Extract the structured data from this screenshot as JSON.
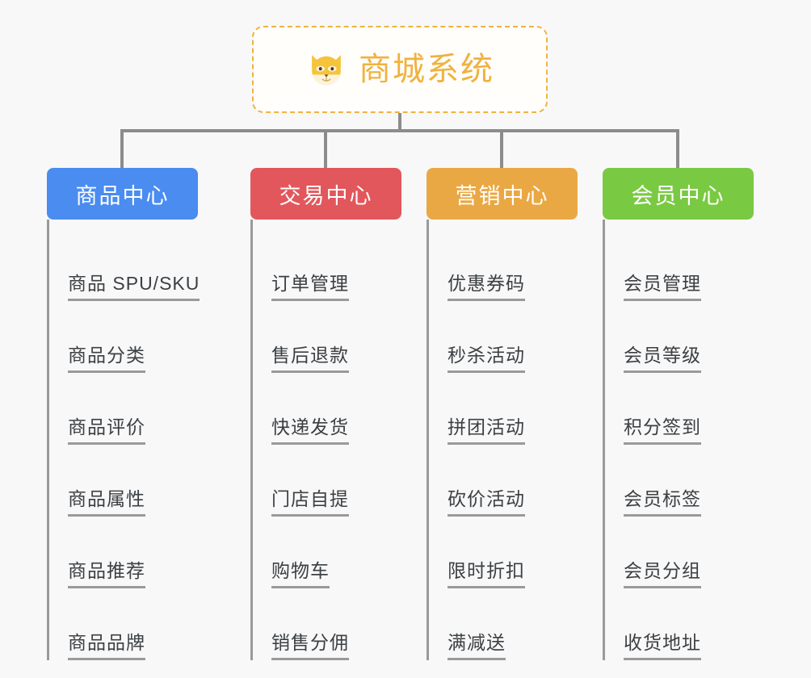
{
  "page": {
    "background_color": "#f8f8f9",
    "connector_color": "#8c8c8c",
    "leaf_line_color": "#9a9a9a",
    "leaf_text_color": "#3c4043"
  },
  "root": {
    "title": "商城系统",
    "icon": "shiba-dog-face-icon",
    "border_color": "#f0b23f",
    "text_color": "#f0b23f",
    "background_color": "#fffefb"
  },
  "columns": [
    {
      "category": "商品中心",
      "color": "#4a8cf0",
      "items": [
        "商品 SPU/SKU",
        "商品分类",
        "商品评价",
        "商品属性",
        "商品推荐",
        "商品品牌"
      ]
    },
    {
      "category": "交易中心",
      "color": "#e2575b",
      "items": [
        "订单管理",
        "售后退款",
        "快递发货",
        "门店自提",
        "购物车",
        "销售分佣"
      ]
    },
    {
      "category": "营销中心",
      "color": "#eaa844",
      "items": [
        "优惠券码",
        "秒杀活动",
        "拼团活动",
        "砍价活动",
        "限时折扣",
        "满减送"
      ]
    },
    {
      "category": "会员中心",
      "color": "#7ac943",
      "items": [
        "会员管理",
        "会员等级",
        "积分签到",
        "会员标签",
        "会员分组",
        "收货地址"
      ]
    }
  ]
}
